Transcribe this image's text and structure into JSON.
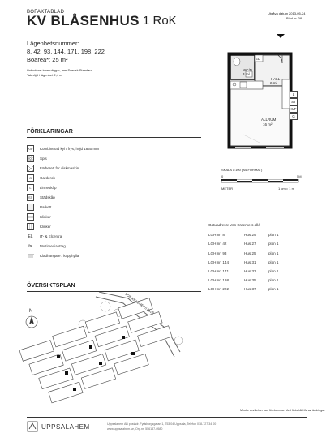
{
  "header": {
    "kicker": "BOFAKTABLAD",
    "title": "KV BLÅSENHUS",
    "type": "1 RoK",
    "date_line": "Utgåva datum 2013-05-24",
    "sheet_line": "Blad nr. 08"
  },
  "info": {
    "apartment_label": "Lägenhetsnummer:",
    "apartment_numbers": "8, 42, 93, 144, 171, 198, 222",
    "area": "Boarea*: 25 m²",
    "footnote1": "*Inkuderar innerväggar, mm Svensk Standard",
    "footnote2": "Takhöjd i lägenhet 2,4 m"
  },
  "plan": {
    "el": "EL",
    "wc": "WC/D",
    "wc_area": "3 m²",
    "hall": "HALL",
    "hall_area": "6 m²",
    "room": "ALLRUM",
    "room_area": "16 m²",
    "side_labels": [
      "L",
      "ST",
      "K/F",
      "G"
    ]
  },
  "scale": {
    "label": "SKALA 1:100 (A4-FORMAT)",
    "zero": "0",
    "five": "5M",
    "meter": "METER",
    "ratio": "1 cm = 1 m"
  },
  "legend": {
    "title": "FÖRKLARINGAR",
    "items": [
      {
        "code": "K/F",
        "text": "Kombinerad kyl / frys, höjd 1850 mm"
      },
      {
        "code": "",
        "text": "Spis"
      },
      {
        "code": "",
        "text": "Förberett för diskmaskin"
      },
      {
        "code": "G",
        "text": "Garderob"
      },
      {
        "code": "L",
        "text": "Linneskåp"
      },
      {
        "code": "ST",
        "text": "Städskåp"
      },
      {
        "code": "",
        "text": "Parkett"
      },
      {
        "code": "",
        "text": "Klinker"
      },
      {
        "code": "",
        "text": "Klinker"
      },
      {
        "code": "EL",
        "text": "IT- & Elcentral"
      },
      {
        "code": "",
        "text": "Multimediauttag"
      },
      {
        "code": "",
        "text": "Klädhängare / kapphylla"
      }
    ]
  },
  "address_table": {
    "title": "Gatuadress: Von Kraemers allé",
    "rows": [
      {
        "lgh": "LGH nr: 8",
        "hus": "Hus 29",
        "plan": "plan 1"
      },
      {
        "lgh": "LGH nr: 42",
        "hus": "Hus 27",
        "plan": "plan 1"
      },
      {
        "lgh": "LGH nr: 93",
        "hus": "Hus 25",
        "plan": "plan 1"
      },
      {
        "lgh": "LGH nr: 144",
        "hus": "Hus 31",
        "plan": "plan 1"
      },
      {
        "lgh": "LGH nr: 171",
        "hus": "Hus 33",
        "plan": "plan 1"
      },
      {
        "lgh": "LGH nr: 198",
        "hus": "Hus 35",
        "plan": "plan 1"
      },
      {
        "lgh": "LGH nr: 222",
        "hus": "Hus 37",
        "plan": "plan 1"
      }
    ]
  },
  "overview": {
    "title": "ÖVERSIKTSPLAN",
    "north": "N",
    "street": "VON KRAEMERS ALLÉ",
    "disclaimer": "Mindre avvikelser kan förekomma. Med förbehåll för av. ändringar."
  },
  "footer": {
    "brand": "UPPSALAHEM",
    "contact": "Uppsalahem AB postadr. Fyrisborgsgatan 1, 753 04 Uppsala, Telefon 018-727 34 00",
    "web": "www.uppsalahem.se, Org.nr: 556137-0580"
  }
}
